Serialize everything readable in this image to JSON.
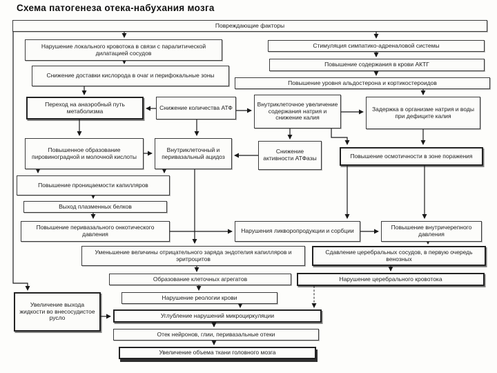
{
  "title": "Схема патогенеза отека-набухания мозга",
  "nodes": {
    "factors": {
      "label": "Повреждающие факторы"
    },
    "local_blood": {
      "label": "Нарушение локального кровотока в связи с паралитической дилатацией сосудов"
    },
    "oxygen": {
      "label": "Снижение доставки кислорода в очаг и перифокальные зоны"
    },
    "sympatho": {
      "label": "Стимуляция симпатико-адреналовой системы"
    },
    "acth": {
      "label": "Повышение содержания в крови АКТГ"
    },
    "aldosterone": {
      "label": "Повышение уровня альдостерона и кортикостероидов"
    },
    "anaerobic": {
      "label": "Переход на анаэробный путь метаболизма"
    },
    "atp": {
      "label": "Снижение количества АТФ"
    },
    "intracell_na": {
      "label": "Внутриклеточное увеличение содержания натрия и снижение калия"
    },
    "retention": {
      "label": "Задержка в организме натрия и воды при дефиците калия"
    },
    "pyruvate": {
      "label": "Повышенное образование пировиноградной и молочной кислоты"
    },
    "acidosis": {
      "label": "Внутриклеточный и перивазальный ацидоз"
    },
    "atpase": {
      "label": "Снижение активности АТФазы"
    },
    "osmotic": {
      "label": "Повышение осмотичности в зоне поражения"
    },
    "permeability": {
      "label": "Повышение проницаемости капилляров"
    },
    "plasma": {
      "label": "Выход плазменных белков"
    },
    "oncotic": {
      "label": "Повышение перивазального онкотического давления"
    },
    "liquor": {
      "label": "Нарушения ликворопродукции и сорбции"
    },
    "icp": {
      "label": "Повышение внутричерепного давления"
    },
    "charge": {
      "label": "Уменьшение величины отрицательного заряда эндотелия капилляров и эритроцитов"
    },
    "compression": {
      "label": "Сдавление церебральных сосудов, в первую очередь венозных"
    },
    "aggregates": {
      "label": "Образование клеточных агрегатов"
    },
    "cerebral_flow": {
      "label": "Нарушение церебрального кровотока"
    },
    "rheology": {
      "label": "Нарушение реологии крови"
    },
    "fluid_exit": {
      "label": "Увеличение выхода жидкости во внесосудистое русло"
    },
    "microcirc": {
      "label": "Углубление нарушений микроциркуляции"
    },
    "neurons": {
      "label": "Отек нейронов, глии, перивазальные отеки"
    },
    "brain_volume": {
      "label": "Увеличение объема ткани головного мозга"
    }
  },
  "colors": {
    "line": "#1a1a1a",
    "box_border": "#3c3c3c",
    "background": "#fdfdfb"
  }
}
